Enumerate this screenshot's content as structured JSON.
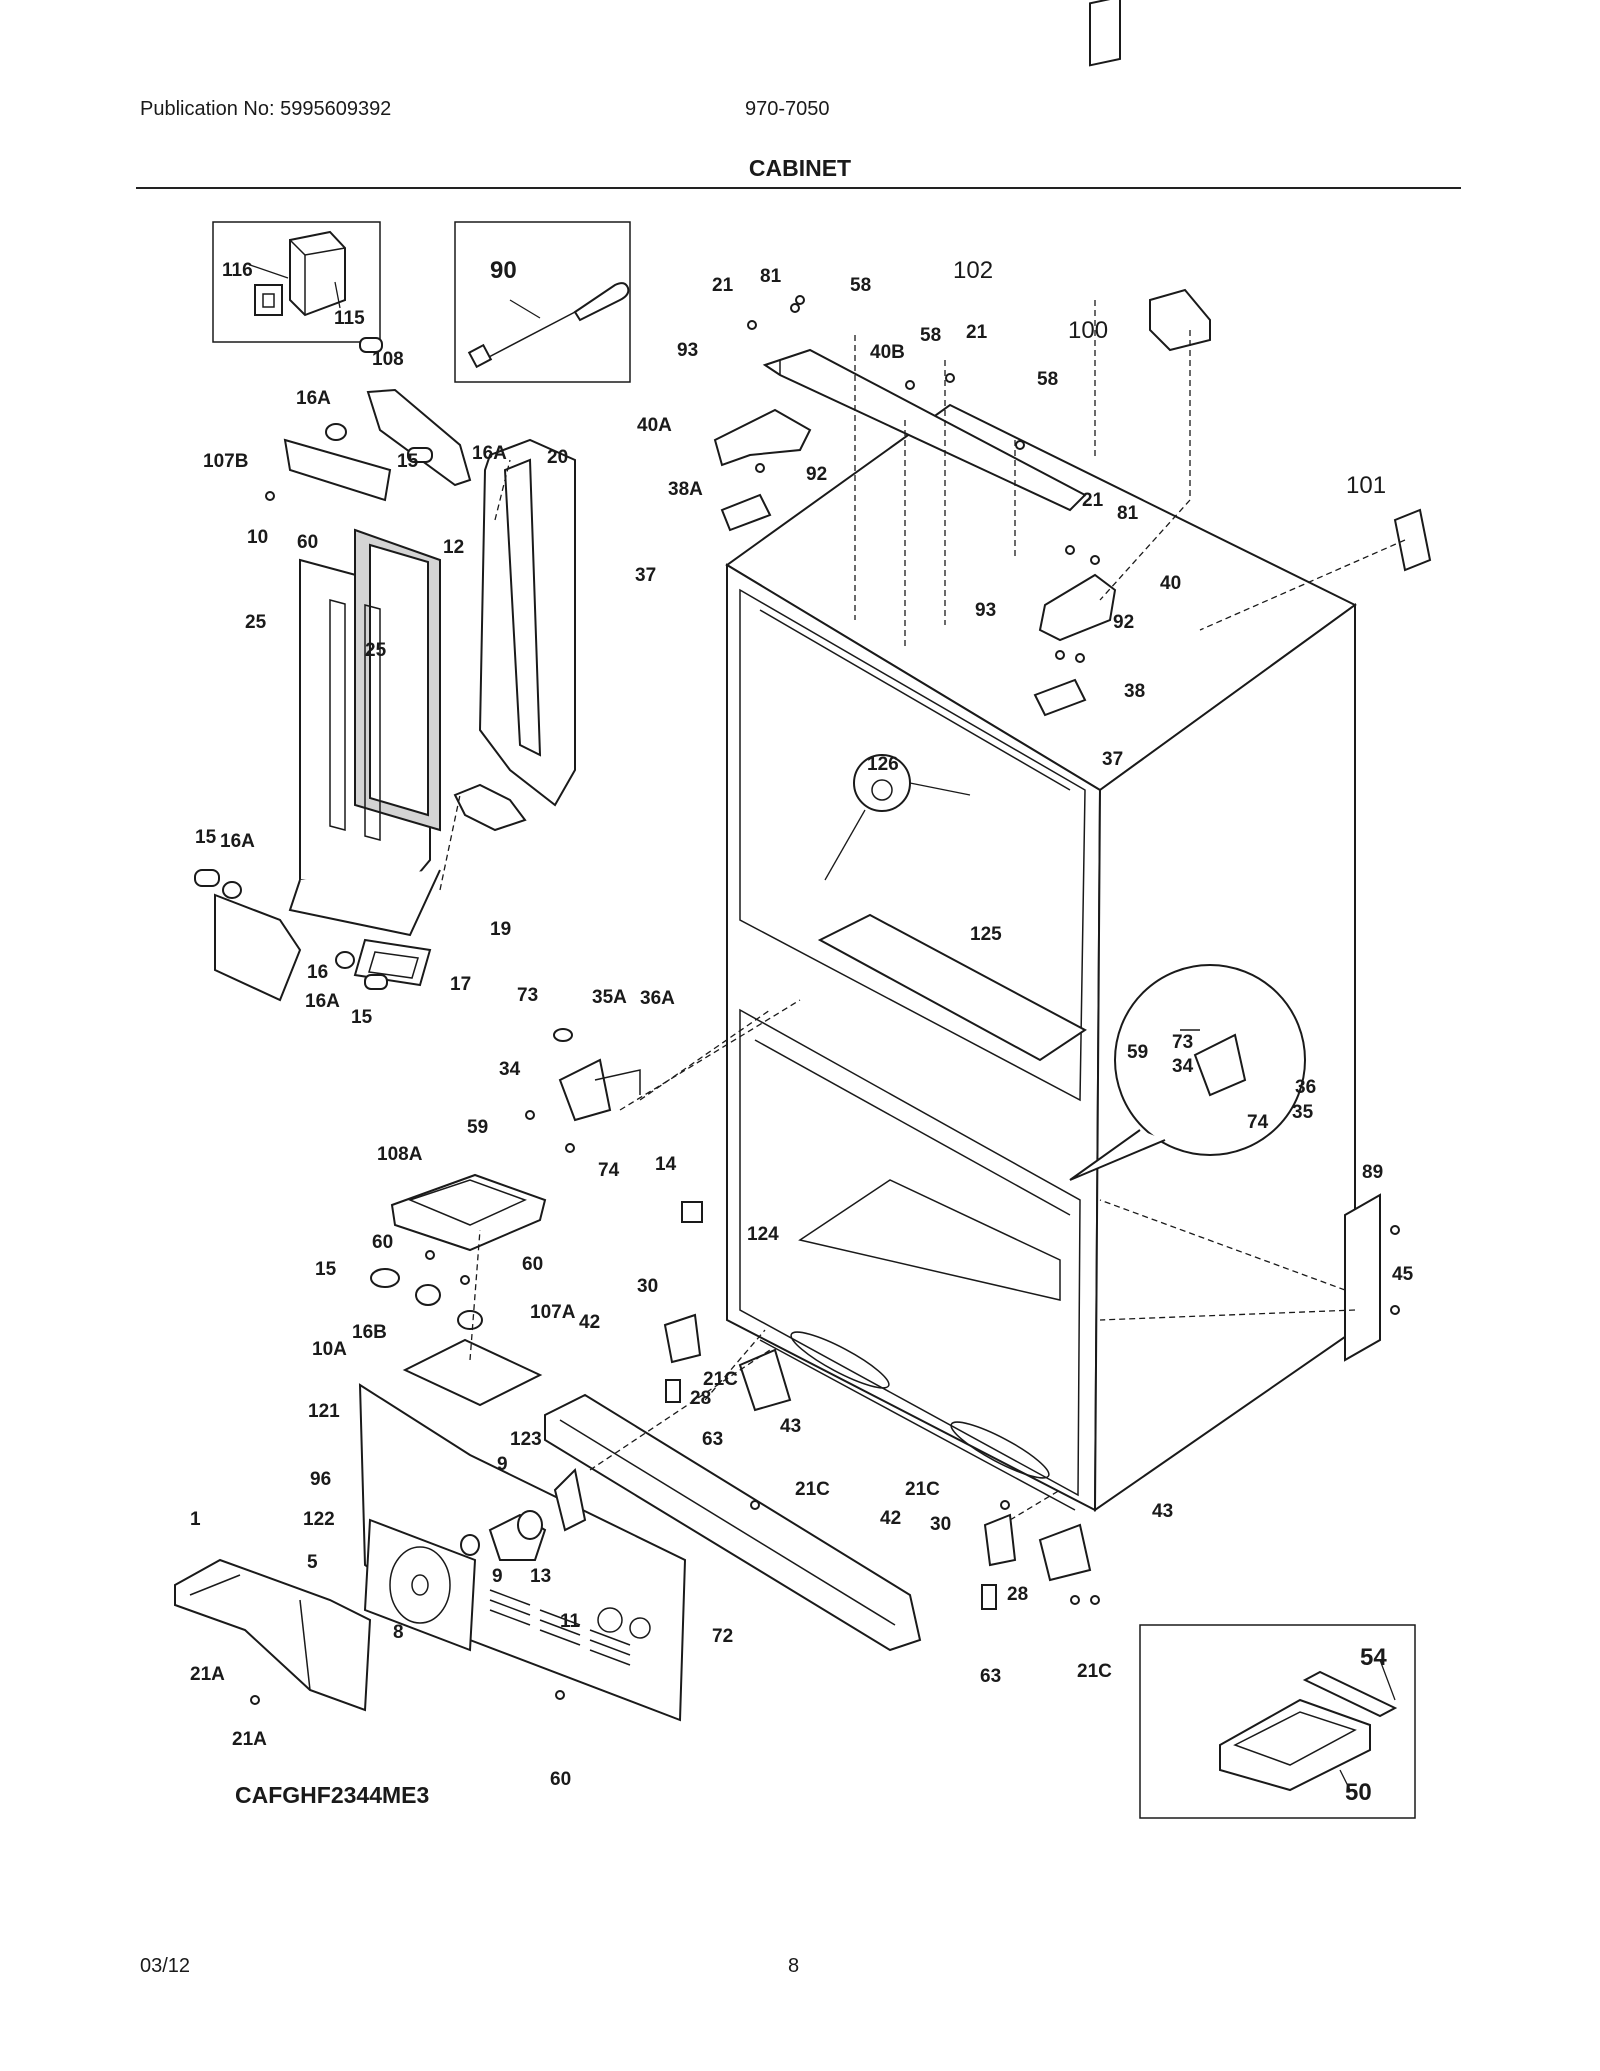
{
  "header": {
    "publication": "Publication No: 5995609392",
    "model_code": "970-7050",
    "title": "CABINET"
  },
  "footer": {
    "date": "03/12",
    "page": "8"
  },
  "diagram": {
    "model_label": "CAFGHF2344ME3",
    "labels": {
      "l116": "116",
      "l115": "115",
      "l90": "90",
      "l108": "108",
      "l16A_a": "16A",
      "l107B": "107B",
      "l15_a": "15",
      "l16A_b": "16A",
      "l20": "20",
      "l10": "10",
      "l60_a": "60",
      "l12": "12",
      "l25_a": "25",
      "l25_b": "25",
      "l15_b": "15",
      "l16A_c": "16A",
      "l19": "19",
      "l16": "16",
      "l17": "17",
      "l16A_d": "16A",
      "l15_c": "15",
      "l21_a": "21",
      "l81_a": "81",
      "l58_a": "58",
      "l93_a": "93",
      "l40B": "40B",
      "l58_b": "58",
      "l21_b": "21",
      "l102": "102",
      "l100": "100",
      "l40A": "40A",
      "l58_c": "58",
      "l92_a": "92",
      "l38A": "38A",
      "l21_c": "21",
      "l81_b": "81",
      "l101": "101",
      "l37_a": "37",
      "l40": "40",
      "l93_b": "93",
      "l92_b": "92",
      "l38": "38",
      "l37_b": "37",
      "l126": "126",
      "l125": "125",
      "l73_a": "73",
      "l35A": "35A",
      "l36A": "36A",
      "l34_a": "34",
      "l59_a": "59",
      "l74_a": "74",
      "l14": "14",
      "l108A": "108A",
      "l124": "124",
      "l73_b": "73",
      "l34_b": "34",
      "l59_b": "59",
      "l36": "36",
      "l74_b": "74",
      "l35": "35",
      "l89": "89",
      "l45": "45",
      "l60_b": "60",
      "l15_d": "15",
      "l60_c": "60",
      "l16B": "16B",
      "l107A": "107A",
      "l10A": "10A",
      "l30_a": "30",
      "l42_a": "42",
      "l21C_a": "21C",
      "l28_a": "28",
      "l63_a": "63",
      "l43_a": "43",
      "l21C_b": "21C",
      "l121": "121",
      "l123": "123",
      "l9_a": "9",
      "l96": "96",
      "l1": "1",
      "l122": "122",
      "l5": "5",
      "l9_b": "9",
      "l13": "13",
      "l11": "11",
      "l8": "8",
      "l72": "72",
      "l21A_a": "21A",
      "l21A_b": "21A",
      "l60_d": "60",
      "l21C_c": "21C",
      "l42_b": "42",
      "l30_b": "30",
      "l43_b": "43",
      "l28_b": "28",
      "l63_b": "63",
      "l21C_d": "21C",
      "l54": "54",
      "l50": "50"
    }
  }
}
